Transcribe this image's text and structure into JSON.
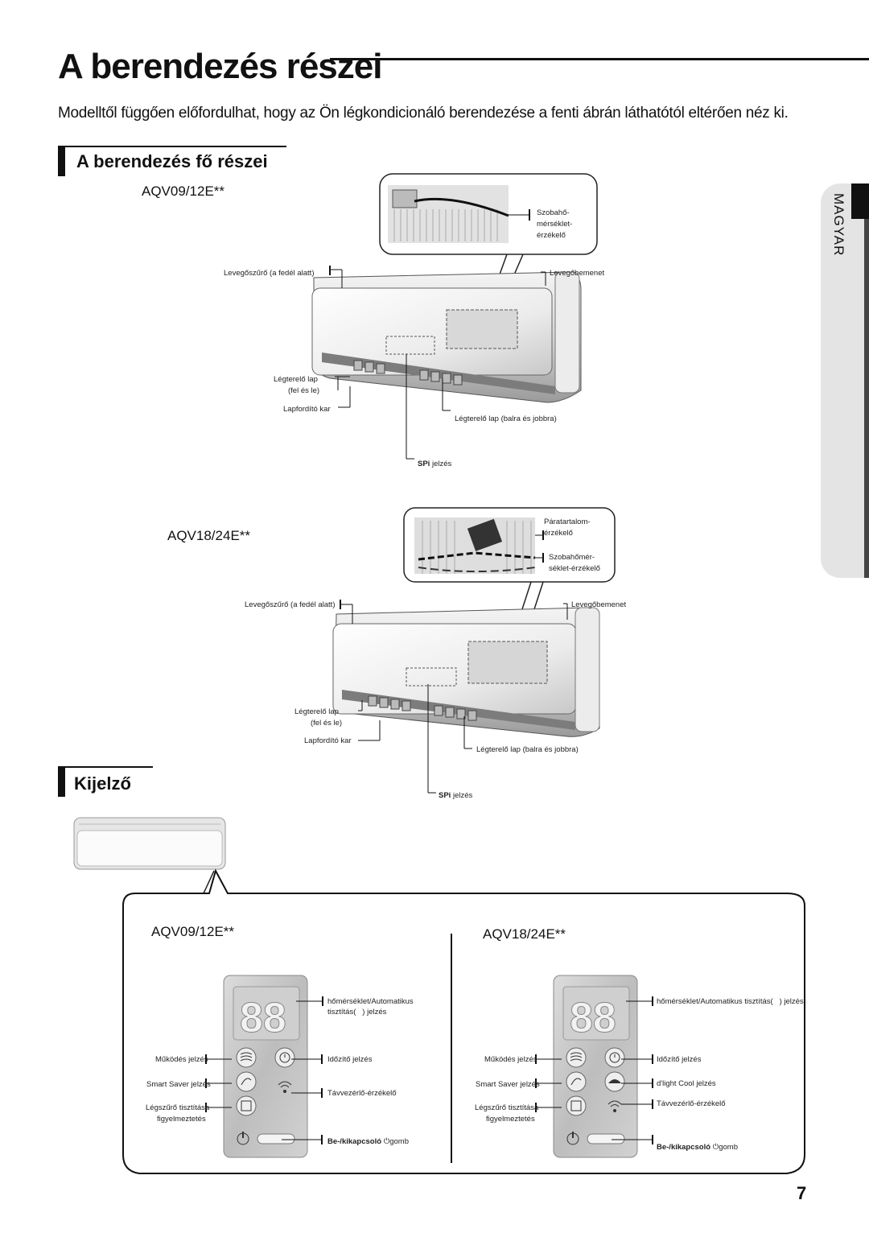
{
  "page": {
    "title": "A berendezés részei",
    "intro": "Modelltől függően előfordulhat, hogy az Ön légkondicionáló berendezése a fenti ábrán láthatótól eltérően néz ki.",
    "side_tab": "MAGYAR",
    "page_number": "7"
  },
  "main_parts": {
    "heading": "A berendezés fő részei",
    "unit1": {
      "model": "AQV09/12E**",
      "sensor_label": "Szobahő-\nmérséklet-\nérzékelő",
      "air_filter": "Levegőszűrő (a fedél alatt)",
      "air_inlet": "Levegőbemenet",
      "vane_updown_1": "Légterelő lap",
      "vane_updown_2": "(fel és le)",
      "vane_lever": "Lapfordító kar",
      "vane_leftright": "Légterelő lap (balra és jobbra)",
      "spi_bold": "SPi",
      "spi_rest": " jelzés"
    },
    "unit2": {
      "model": "AQV18/24E**",
      "humidity_label": "Páratartalom-\nérzékelő",
      "sensor_label": "Szobahőmér-\nséklet-érzékelő",
      "air_filter": "Levegőszűrő (a fedél alatt)",
      "air_inlet": "Levegőbemenet",
      "vane_updown_1": "Légterelő lap",
      "vane_updown_2": "(fel és le)",
      "vane_lever": "Lapfordító kar",
      "vane_leftright": "Légterelő lap (balra és jobbra)",
      "spi_bold": "SPi",
      "spi_rest": " jelzés"
    }
  },
  "display": {
    "heading": "Kijelző",
    "left": {
      "model": "AQV09/12E**",
      "temp_1": "hőmérséklet/Automatikus",
      "temp_2": "tisztítás(",
      "temp_3": ") jelzés",
      "operation": "Működés jelzés",
      "timer": "Időzítő jelzés",
      "smart_saver": "Smart Saver jelzés",
      "remote": "Távvezérlő-érzékelő",
      "filter_1": "Légszűrő tisztítása",
      "filter_2": "figyelmeztetés",
      "power_bold": "Be-/kikapcsoló",
      "power_rest": "gomb"
    },
    "right": {
      "model": "AQV18/24E**",
      "temp": "hőmérséklet/Automatikus tisztítás(",
      "temp_end": ") jelzés",
      "operation": "Működés jelzés",
      "timer": "Időzítő jelzés",
      "smart_saver": "Smart Saver jelzés",
      "dlight": "d'light Cool jelzés",
      "remote": "Távvezérlő-érzékelő",
      "filter_1": "Légszűrő tisztítása",
      "filter_2": "figyelmeztetés",
      "power_bold": "Be-/kikapcsoló",
      "power_rest": "gomb"
    }
  }
}
